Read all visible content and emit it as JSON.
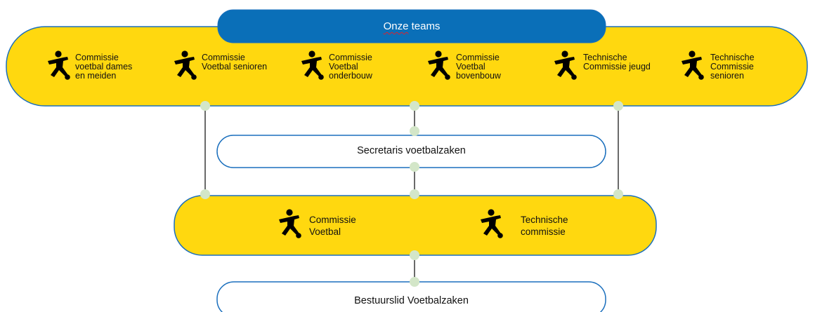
{
  "colors": {
    "yellow": "#ffd80f",
    "blue_border": "#1a6fbd",
    "banner_blue": "#0a6fb8",
    "connector": "#d3e6c8",
    "line": "#1a1a1a",
    "text": "#111111"
  },
  "icon_name": "soccer-player-icon",
  "banner": {
    "title": "Onze teams"
  },
  "teams": [
    {
      "lines": [
        "Commissie",
        "voetbal dames",
        "en meiden"
      ]
    },
    {
      "lines": [
        "Commissie",
        "Voetbal senioren"
      ]
    },
    {
      "lines": [
        "Commissie",
        "Voetbal",
        "onderbouw"
      ]
    },
    {
      "lines": [
        "Commissie",
        "Voetbal",
        "bovenbouw"
      ]
    },
    {
      "lines": [
        "Technische",
        "Commissie jeugd"
      ]
    },
    {
      "lines": [
        "Technische",
        "Commissie",
        "senioren"
      ]
    }
  ],
  "secretaris": {
    "title": "Secretaris voetbalzaken"
  },
  "middle": [
    {
      "lines": [
        "Commissie",
        "Voetbal"
      ]
    },
    {
      "lines": [
        "Technische",
        "commissie"
      ]
    }
  ],
  "bestuurslid": {
    "title": "Bestuurslid Voetbalzaken"
  }
}
